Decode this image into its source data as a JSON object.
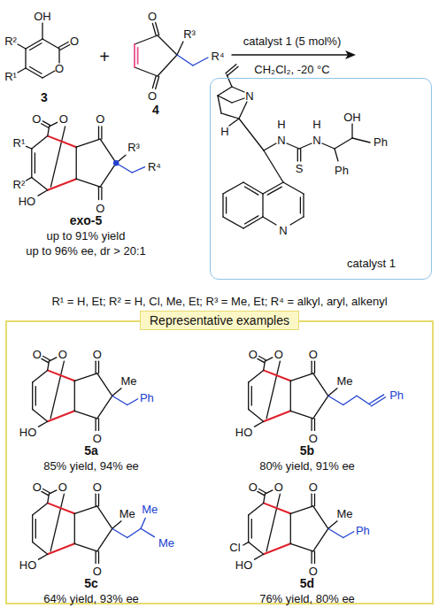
{
  "diagram": {
    "nodes": [
      {
        "text": [
          "catalyst 1"
        ]
      },
      {
        "text": [
          "Representative examples"
        ]
      }
    ],
    "labels": [
      "OH",
      "R²",
      "O",
      "O",
      "R¹",
      "3",
      "+",
      "O",
      "R³",
      "R⁴",
      "O",
      "4",
      "catalyst 1 (5 mol%)",
      "CH₂Cl₂, -20 °C",
      "N",
      "H",
      "H",
      "N",
      "S",
      "H",
      "N",
      "OH",
      "Ph",
      "Ph",
      "N",
      "O",
      "O",
      "R¹",
      "R²",
      "HO",
      "O",
      "R³",
      "R⁴",
      "O",
      "exo-5",
      "up to 91% yield",
      "up to 96% ee, dr > 20:1",
      "R¹ = H, Et; R² = H, Cl, Me, Et; R³ = Me, Et; R⁴ = alkyl, aryl, alkenyl",
      "O",
      "O",
      "O",
      "Me",
      "Ph",
      "HO",
      "O",
      "5a",
      "85% yield, 94% ee",
      "O",
      "O",
      "O",
      "Me",
      "Ph",
      "HO",
      "O",
      "5b",
      "80% yield, 91% ee",
      "O",
      "O",
      "O",
      "Me",
      "Me",
      "Me",
      "HO",
      "O",
      "5c",
      "64% yield, 93% ee",
      "O",
      "O",
      "O",
      "Me",
      "Ph",
      "Cl",
      "HO",
      "O",
      "5d",
      "76% yield, 80% ee"
    ]
  }
}
